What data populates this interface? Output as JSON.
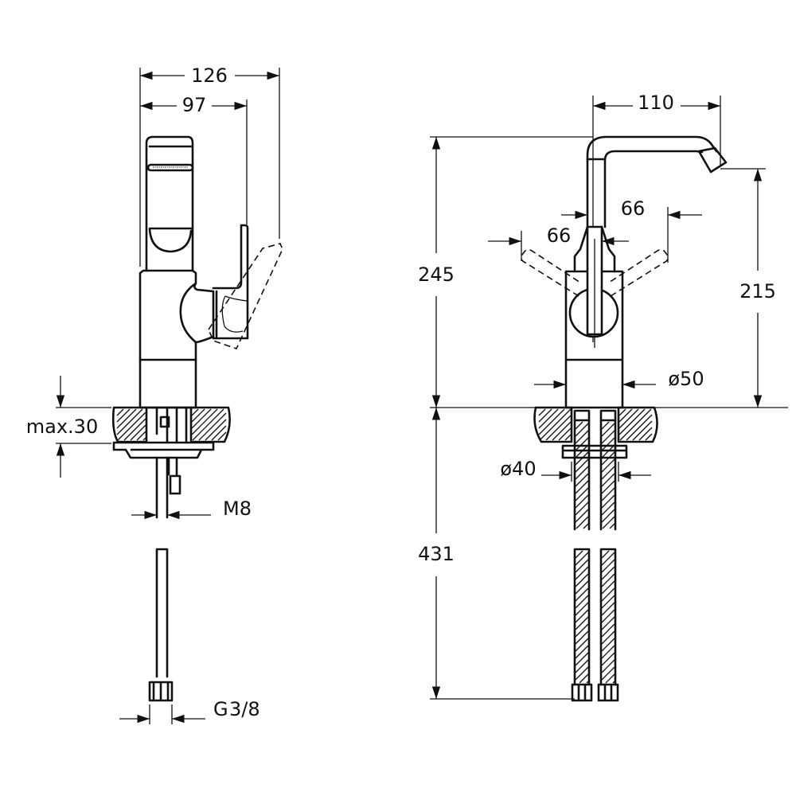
{
  "side_view": {
    "width_total": "126",
    "width_lever": "97",
    "countertop_max": "max.30",
    "rod_thread": "M8",
    "hose_thread_main": "G",
    "hose_thread_fraction": "3/8"
  },
  "front_view": {
    "spout_reach": "110",
    "lever_swing_left": "66",
    "lever_swing_right": "66",
    "height_total": "245",
    "spout_height": "215",
    "body_diameter": "ø50",
    "hole_diameter": "ø40",
    "hose_length": "431"
  },
  "colors": {
    "line": "#111111",
    "background": "#ffffff"
  }
}
